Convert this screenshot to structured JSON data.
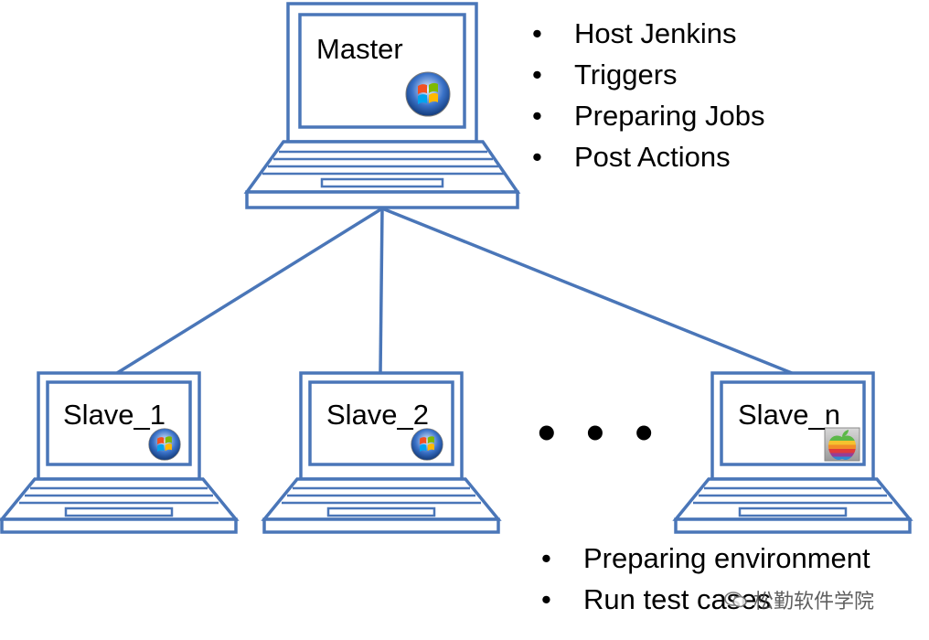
{
  "master": {
    "label": "Master",
    "os_icon": "windows-logo-icon",
    "duties": [
      "Host Jenkins",
      "Triggers",
      "Preparing Jobs",
      "Post Actions"
    ]
  },
  "slaves": [
    {
      "label": "Slave_1",
      "os_icon": "windows-logo-icon"
    },
    {
      "label": "Slave_2",
      "os_icon": "windows-logo-icon"
    },
    {
      "label": "Slave_n",
      "os_icon": "apple-logo-icon"
    }
  ],
  "ellipsis": "• • •",
  "slave_duties": [
    "Preparing environment",
    "Run test cases"
  ],
  "watermark": "松勤软件学院",
  "colors": {
    "laptop_stroke": "#4a76b8",
    "line": "#4a76b8"
  }
}
